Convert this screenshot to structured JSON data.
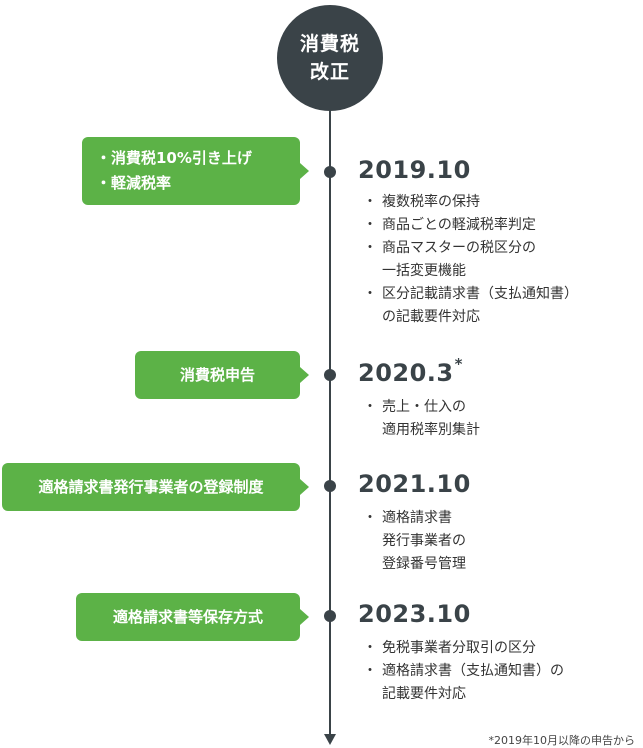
{
  "title": {
    "line1": "消費税",
    "line2": "改正"
  },
  "events": [
    {
      "tag_lines": [
        "・消費税10%引き上げ",
        "・軽減税率"
      ],
      "year": "2019.10",
      "items": [
        [
          "複数税率の保持"
        ],
        [
          "商品ごとの軽減税率判定"
        ],
        [
          "商品マスターの税区分の",
          "一括変更機能"
        ],
        [
          "区分記載請求書（支払通知書）",
          "の記載要件対応"
        ]
      ]
    },
    {
      "tag_lines": [
        "消費税申告"
      ],
      "year": "2020.3",
      "year_mark": "*",
      "items": [
        [
          "売上・仕入の",
          "適用税率別集計"
        ]
      ]
    },
    {
      "tag_lines": [
        "適格請求書発行事業者の登録制度"
      ],
      "year": "2021.10",
      "items": [
        [
          "適格請求書",
          "発行事業者の",
          "登録番号管理"
        ]
      ]
    },
    {
      "tag_lines": [
        "適格請求書等保存方式"
      ],
      "year": "2023.10",
      "items": [
        [
          "免税事業者分取引の区分"
        ],
        [
          "適格請求書（支払通知書）の",
          "記載要件対応"
        ]
      ]
    }
  ],
  "footnote": "*2019年10月以降の申告から",
  "colors": {
    "accent_green": "#5cb247",
    "dark": "#3a4348",
    "text": "#333333"
  }
}
